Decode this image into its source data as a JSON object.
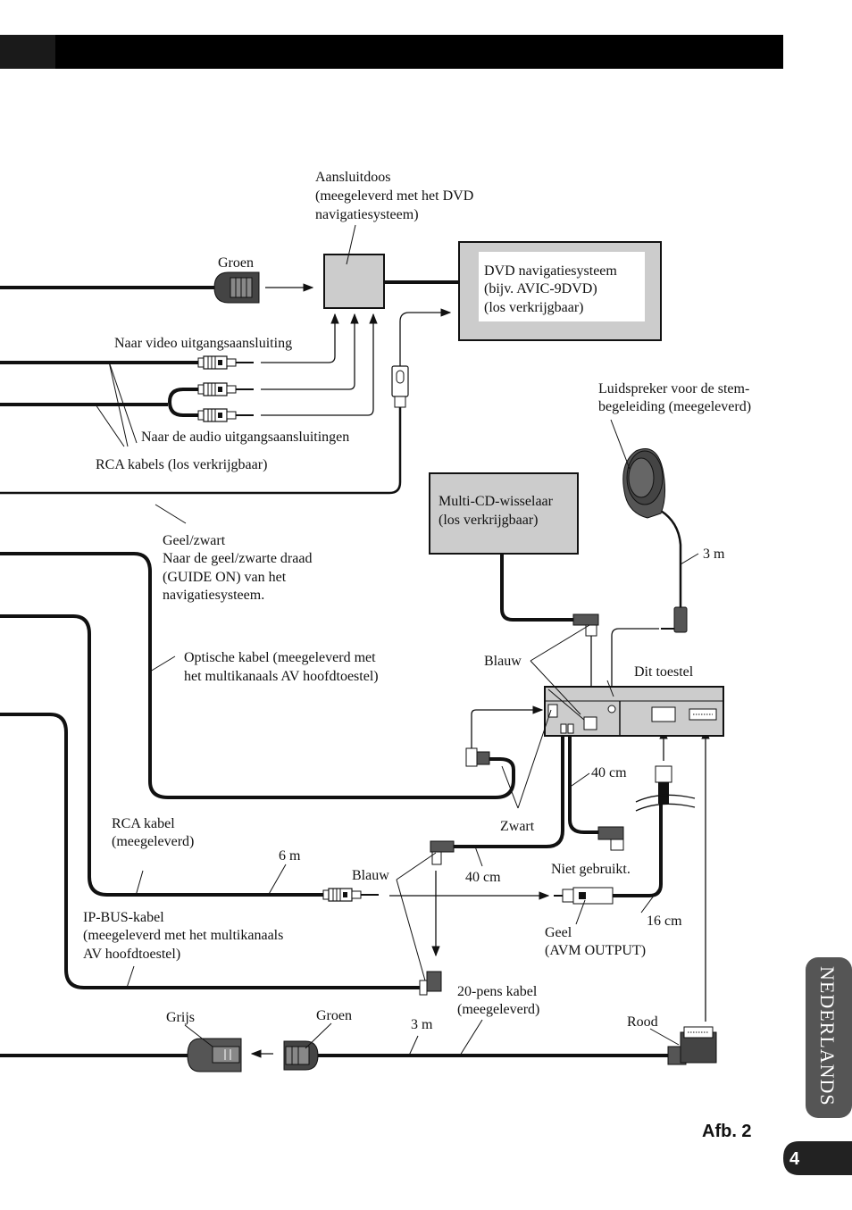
{
  "labels": {
    "junction_box": [
      "Aansluitdoos",
      "(meegeleverd met het DVD",
      "navigatiesysteem)"
    ],
    "dvd_nav": [
      "DVD navigatiesysteem",
      "(bijv. AVIC-9DVD)",
      "(los verkrijgbaar)"
    ],
    "groen_top": "Groen",
    "video_out": "Naar video uitgangsaansluiting",
    "audio_out": "Naar de audio uitgangsaansluitingen",
    "rca_cables": "RCA kabels (los verkrijgbaar)",
    "speaker": [
      "Luidspreker voor de stem-",
      "begeleiding (meegeleverd)"
    ],
    "multi_cd": [
      "Multi-CD-wisselaar",
      "(los verkrijgbaar)"
    ],
    "geel_zwart": [
      "Geel/zwart",
      "Naar de geel/zwarte draad",
      "(GUIDE ON) van het",
      "navigatiesysteem."
    ],
    "speaker_len": "3 m",
    "optical": [
      "Optische kabel (meegeleverd met",
      "het multikanaals AV hoofdtoestel)"
    ],
    "blauw_top": "Blauw",
    "dit_toestel": "Dit toestel",
    "len_40_a": "40 cm",
    "zwart": "Zwart",
    "rca_kabel": [
      "RCA kabel",
      "(meegeleverd)"
    ],
    "len_6m": "6 m",
    "blauw_mid": "Blauw",
    "len_40_b": "40 cm",
    "niet_gebruikt": "Niet gebruikt.",
    "len_16": "16 cm",
    "geel_avm": [
      "Geel",
      "(AVM OUTPUT)"
    ],
    "ipbus": [
      "IP-BUS-kabel",
      "(meegeleverd met het multikanaals",
      "AV hoofdtoestel)"
    ],
    "pin20": [
      "20-pens kabel",
      "(meegeleverd)"
    ],
    "grijs": "Grijs",
    "groen_bottom": "Groen",
    "len_3m_bottom": "3 m",
    "rood": "Rood"
  },
  "figure_label": "Afb. 2",
  "side_tab": "NEDERLANDS",
  "page_number": "4",
  "colors": {
    "header_bar": "#000000",
    "header_tab": "#1a1a1a",
    "box_gray": "#cccccc",
    "side_tab": "#555555",
    "page_number_bg": "#222222"
  }
}
